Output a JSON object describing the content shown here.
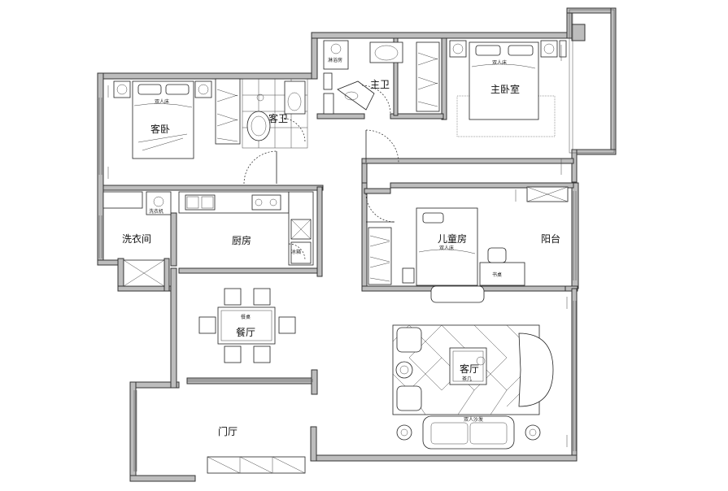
{
  "rooms": {
    "guest_bedroom": "客卧",
    "guest_bath": "客卫",
    "master_bath": "主卫",
    "master_bedroom": "主卧室",
    "laundry": "洗衣间",
    "kitchen": "厨房",
    "kids_room": "儿童房",
    "balcony": "阳台",
    "dining": "餐厅",
    "living": "客厅",
    "entrance": "门厅"
  },
  "fixtures": {
    "bed_guest": "双人床",
    "bed_master": "双人床",
    "bed_kids": "双人床",
    "dining_table": "餐桌",
    "desk": "书桌",
    "sofa": "双人沙发",
    "coffee_table": "茶几",
    "fridge": "冰箱",
    "washer": "洗衣机",
    "shower": "淋浴房"
  },
  "colors": {
    "wall": "#bdbdbd",
    "line": "#222222",
    "background": "#ffffff"
  }
}
